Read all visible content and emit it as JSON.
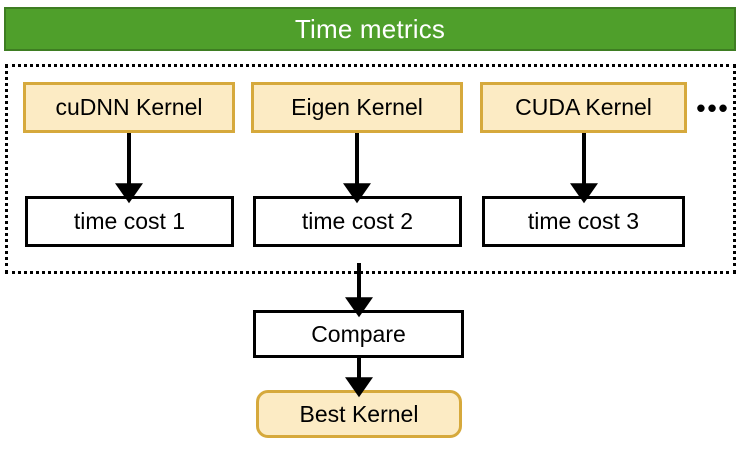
{
  "header": {
    "title": "Time metrics",
    "background_color": "#4F9F2B",
    "text_color": "#ffffff"
  },
  "group": {
    "border_style": "dotted",
    "border_color": "#000000"
  },
  "kernels": [
    {
      "label": "cuDNN Kernel"
    },
    {
      "label": "Eigen Kernel"
    },
    {
      "label": "CUDA Kernel"
    }
  ],
  "ellipsis": {
    "label": "•••"
  },
  "time_costs": [
    {
      "label": "time cost 1"
    },
    {
      "label": "time cost 2"
    },
    {
      "label": "time cost 3"
    }
  ],
  "compare": {
    "label": "Compare"
  },
  "result": {
    "label": "Best Kernel"
  },
  "colors": {
    "kernel_fill": "#FCEBC4",
    "kernel_border": "#D6A93C",
    "plain_fill": "#ffffff",
    "plain_border": "#000000",
    "accent_green": "#4F9F2B",
    "arrow": "#000000"
  }
}
